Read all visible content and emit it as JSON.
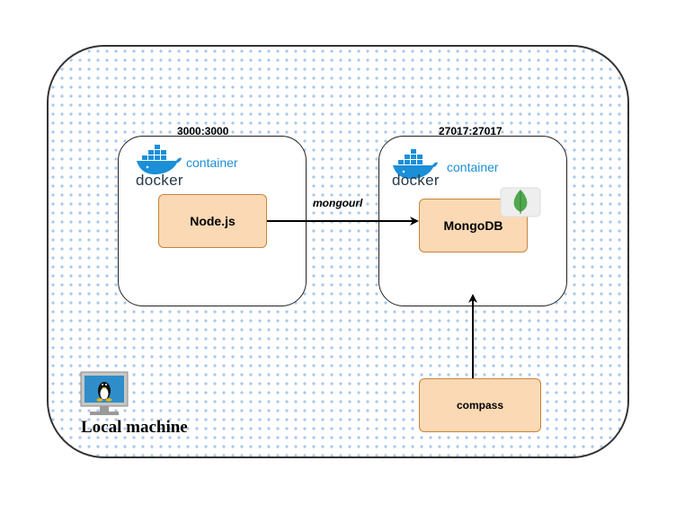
{
  "host": {
    "label": "Local machine",
    "icon": "linux-monitor-icon"
  },
  "node_container": {
    "port": "3000:3000",
    "docker_text": "docker",
    "label": "container",
    "service": "Node.js"
  },
  "mongo_container": {
    "port": "27017:27017",
    "docker_text": "docker",
    "label": "container",
    "service": "MongoDB",
    "icon": "mongodb-leaf-icon"
  },
  "edges": {
    "node_to_mongo": "mongourl"
  },
  "compass": {
    "label": "compass"
  },
  "colors": {
    "service_fill": "#fad9b4",
    "service_border": "#c8843e",
    "docker_blue": "#1b8fd8",
    "grid_dot": "#a9c8ec"
  }
}
